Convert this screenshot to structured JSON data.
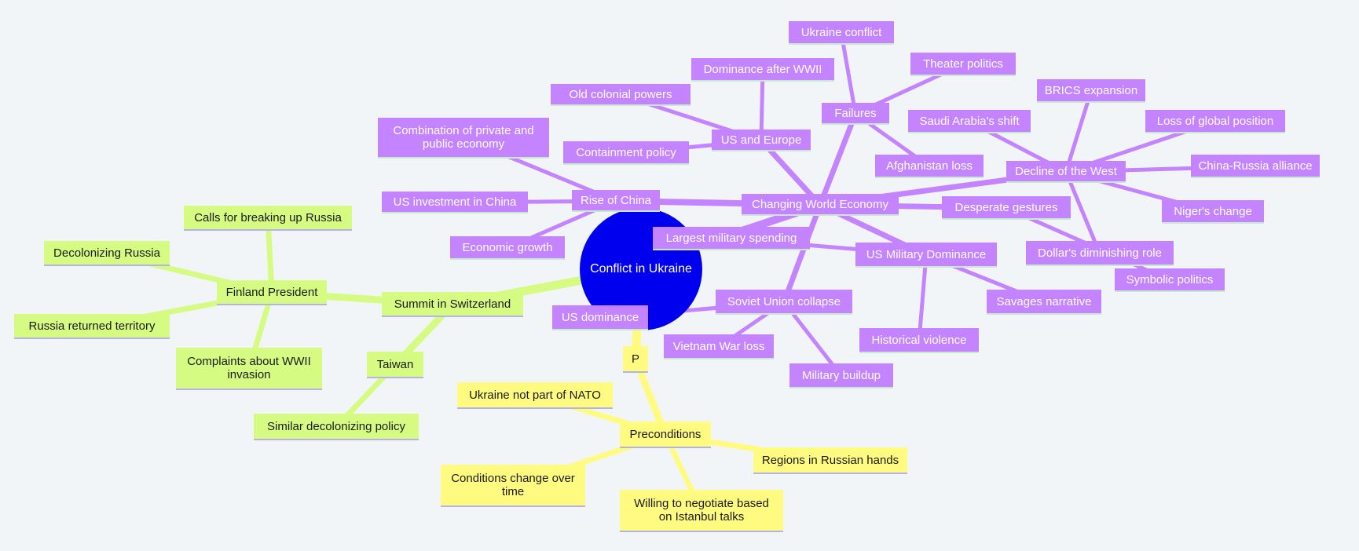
{
  "diagram": {
    "root": "Conflict in Ukraine",
    "colors": {
      "root": "#0000ee",
      "purple_branch": "#c483ff",
      "green_branch": "#d5fb83",
      "yellow_branch": "#fffb80",
      "background": "#f2f5f8"
    },
    "purple": {
      "changing_world_economy": "Changing World Economy",
      "rise_of_china": "Rise of China",
      "combination": "Combination of private and public economy",
      "us_investment": "US investment in China",
      "economic_growth": "Economic growth",
      "us_and_europe": "US and Europe",
      "old_colonial": "Old colonial powers",
      "dominance_after_wwii": "Dominance after WWII",
      "containment": "Containment policy",
      "failures": "Failures",
      "ukraine_conflict": "Ukraine conflict",
      "theater_politics": "Theater politics",
      "afghanistan_loss": "Afghanistan loss",
      "decline_of_west": "Decline of the West",
      "brics": "BRICS expansion",
      "saudi_shift": "Saudi Arabia's shift",
      "loss_global": "Loss of global position",
      "china_russia": "China-Russia alliance",
      "niger_change": "Niger's change",
      "dollar_role": "Dollar's diminishing role",
      "desperate_gestures": "Desperate gestures",
      "symbolic_politics": "Symbolic politics",
      "us_military": "US Military Dominance",
      "largest_military": "Largest military spending",
      "savages": "Savages narrative",
      "historical_violence": "Historical violence",
      "soviet_collapse": "Soviet Union collapse",
      "us_dominance": "US dominance",
      "vietnam": "Vietnam War loss",
      "military_buildup": "Military buildup"
    },
    "green": {
      "summit": "Summit in Switzerland",
      "finland": "Finland President",
      "calls_breaking": "Calls for breaking up Russia",
      "decolonizing": "Decolonizing Russia",
      "russia_returned": "Russia returned territory",
      "complaints": "Complaints about WWII invasion",
      "taiwan": "Taiwan",
      "similar": "Similar decolonizing policy"
    },
    "yellow": {
      "p": "P",
      "preconditions": "Preconditions",
      "not_nato": "Ukraine not part of NATO",
      "regions": "Regions in Russian hands",
      "conditions_change": "Conditions change over time",
      "willing": "Willing to negotiate based on Istanbul talks"
    }
  }
}
